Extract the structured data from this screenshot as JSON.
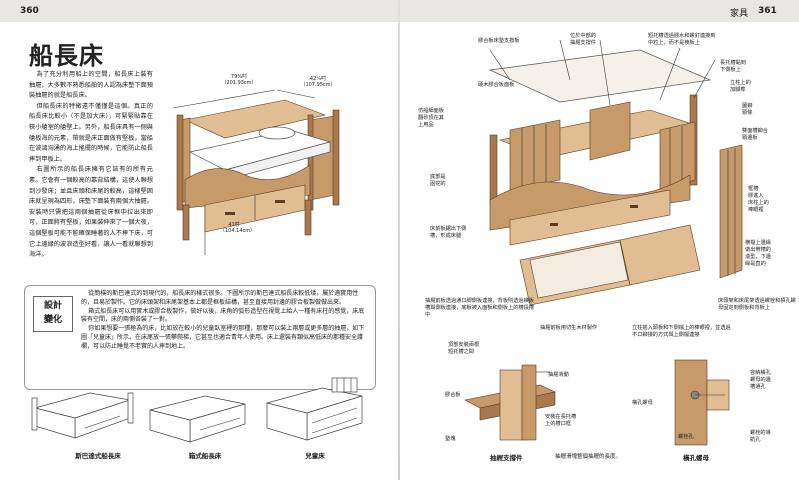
{
  "left_page": {
    "page_number": "360",
    "title": "船長床",
    "body_paragraphs": [
      "為了充分利用船上的空間，船長床上裝有抽屜，大多數不熟悉船舶的人認為床墊下面預裝抽屜的就是船長床。",
      "但船長床的特徵遠不僅僅是這個。真正的船長床比較小（不是加大床），可緊緊貼靠在狹小艙室的艙壁上。另外，船長床具有一側與艙板海的元素，帶就是床正面做有堅板，當船在波濤洶湧的海上搖擺的時候，它能防止船長摔到甲板上。",
      "右圖所示的船長床擁有它該有的所有元素。它會有一個較高的靠背結構，這使人聯想到沙發床；並且床頭和床尾的較高，這樣堅固床就呈現為四形，床墊下面裝有兩個大抽屜。安裝時只需把這兩個抽屜從床框中拉出來即可，正面將有堅板，如果裝伸來了一個大夜，這個堅板可能不能確保睡著的人不摔下床，可它上邊緣的波浪造型好看，讓人一看就聯想到海洋。"
    ],
    "dimensions": {
      "length": "79¹⁄₈吋\n（201.93cm）",
      "width": "42¹⁄₈吋\n（107.95cm）",
      "height": "41吋\n（104.14cm）"
    },
    "design_change": {
      "badge": "設計\n變化",
      "paragraphs": [
        "從簡樸的斯巴達式的到現代的，船長床的樣式很多。下圖所示的斯巴達式船長床較低矮，屬於適實用性的，且易於製作。它的床頭架和床尾架基本上都是框板結構，甚至直接用封邊的膠合板製做做出來。",
        "箱式船長床可以用實木或膠合板製作，做好以後，床角的弧形造型在視覺上給人一種有床柱的感覺，床底裝有空間，床的兩側各裝了一對。",
        "你如果想要一張極為的床，比如放在較小的兒童臥室裡的那種，那麼可以裝上兩層或更多層的抽屜，如下圖「兒童床」所示。在床尾放一張攀爬梯，它甚至也適合青年人使用。床上還裝有類似高低床的那種安全護欄，可以防止睡覺不老實的人摔到地上。"
      ]
    },
    "captions": [
      "斯巴達式船長床",
      "箱式船長床",
      "兒童床"
    ]
  },
  "right_page": {
    "header_label": "家具",
    "page_number": "361",
    "labels": {
      "l1": "膠合板床墊支撐板",
      "l2": "位於中部的\n抽屜支撐件",
      "l3": "短托槽透過膠水和螺釘連接到\n中粒上，而不是棱板上",
      "l4": "長托槽黏到\n下側板上",
      "l5": "立柱上的\n加腳榫",
      "l6": "雙面槽鉚合\n頸邊板",
      "l7": "硬木膠合板面板",
      "l8": "仿船細面板\n翻砂頂在其\n上用品",
      "l9": "圖鉚\n頸條",
      "l10": "框槽\n膠進入\n床柱上的\n棒眼裡",
      "l11": "底部是\n固挖的",
      "l12": "床前板鋸出下側\n槽，形成床腿",
      "l13": "横檔上邊緣\n做出帶槽的\n造型，下邊\n緣是直的",
      "l14": "抽屜前板透過通口脚側板連接，背板則透過橫板槽與側板連接，底板被入面板和側板上的槽段槽中",
      "l15": "抽屜前板用切生木材製作",
      "l16": "立柱插入頭板和下側檔上的棒眼裡，並透過不口鉚接的方式與上側檔連接",
      "l17": "床頭架和床尾架透過螺栓和槓孔螺母固定到側板和背板上",
      "l18": "抽屜支撐件",
      "l19": "抽屜滑動",
      "l20": "膠合板",
      "l21": "安裝在長托槽\n上的槽口框",
      "l22": "墊塊",
      "l23": "頂部安裝兩根\n短托槽之間",
      "l24": "橫孔螺母",
      "l25": "容納橫孔\n螺母的邊\n槽通孔",
      "l26": "螺栓孔",
      "l27": "螺栓的導\n航孔"
    },
    "bottom_captions": {
      "drawer_support": "抽屜支撐件",
      "note": "抽屜滑塊整個抽屜的長度。",
      "nut": "橫孔螺母"
    }
  }
}
